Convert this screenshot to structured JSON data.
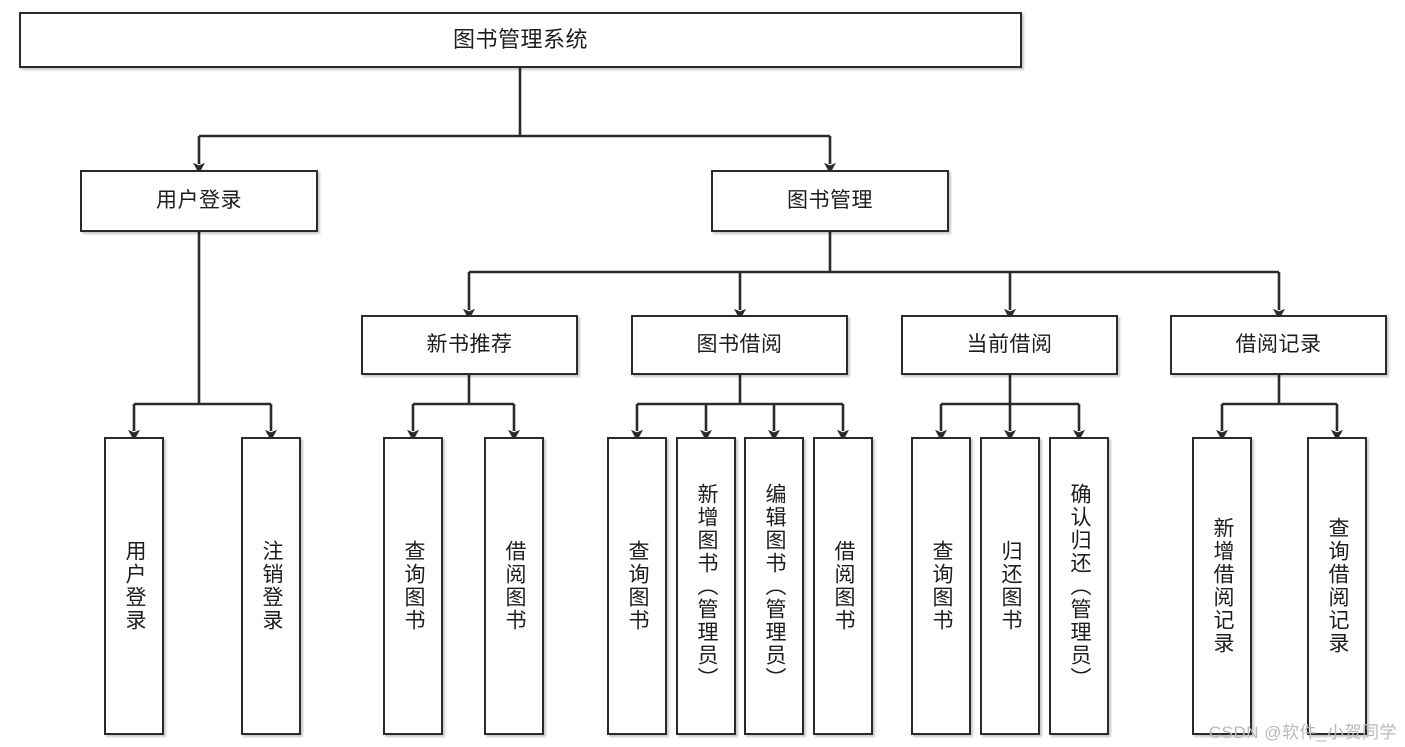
{
  "diagram": {
    "title": "图书管理系统",
    "type": "tree",
    "line_color": "#2b2b2b",
    "box_fill": "#ffffff",
    "text_color": "#1d1d1d"
  },
  "root": {
    "label": "图书管理系统"
  },
  "level2": [
    {
      "id": "user-login",
      "label": "用户登录"
    },
    {
      "id": "book-management",
      "label": "图书管理"
    }
  ],
  "level3": [
    {
      "id": "new-book-recommend",
      "label": "新书推荐"
    },
    {
      "id": "book-borrow",
      "label": "图书借阅"
    },
    {
      "id": "current-borrow",
      "label": "当前借阅"
    },
    {
      "id": "borrow-record",
      "label": "借阅记录"
    }
  ],
  "leaves": {
    "user_login": [
      {
        "id": "leaf-user-login",
        "label": "用户登录"
      },
      {
        "id": "leaf-logout-login",
        "label": "注销登录"
      }
    ],
    "new_book_recommend": [
      {
        "id": "leaf-query-book-1",
        "label": "查询图书"
      },
      {
        "id": "leaf-borrow-book-1",
        "label": "借阅图书"
      }
    ],
    "book_borrow": [
      {
        "id": "leaf-query-book-2",
        "label": "查询图书"
      },
      {
        "id": "leaf-add-book",
        "label": "新增图书（管理员）"
      },
      {
        "id": "leaf-edit-book",
        "label": "编辑图书（管理员）"
      },
      {
        "id": "leaf-borrow-book-2",
        "label": "借阅图书"
      }
    ],
    "current_borrow": [
      {
        "id": "leaf-query-book-3",
        "label": "查询图书"
      },
      {
        "id": "leaf-return-book",
        "label": "归还图书"
      },
      {
        "id": "leaf-confirm-return",
        "label": "确认归还（管理员）"
      }
    ],
    "borrow_record": [
      {
        "id": "leaf-add-record",
        "label": "新增借阅记录"
      },
      {
        "id": "leaf-query-record",
        "label": "查询借阅记录"
      }
    ]
  },
  "watermark": {
    "text": "CSDN @软件_小贺同学"
  }
}
